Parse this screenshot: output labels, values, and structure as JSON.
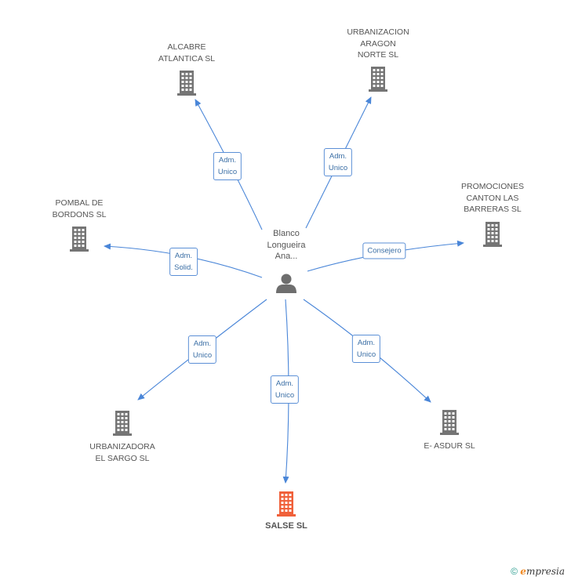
{
  "colors": {
    "edge": "#4a86d8",
    "building": "#757575",
    "focus_building": "#f0603a",
    "person": "#6e6e6e",
    "badge_border": "#5b8fd6",
    "badge_text": "#3a6ea5"
  },
  "center": {
    "name": "Blanco Longueira Ana...",
    "lines": [
      "Blanco",
      "Longueira",
      "Ana..."
    ]
  },
  "companies": [
    {
      "id": "alcabre",
      "lines": [
        "ALCABRE",
        "ATLANTICA SL"
      ],
      "focus": false
    },
    {
      "id": "aragon",
      "lines": [
        "URBANIZACION",
        "ARAGON",
        "NORTE SL"
      ],
      "focus": false
    },
    {
      "id": "pombal",
      "lines": [
        "POMBAL DE",
        "BORDONS SL"
      ],
      "focus": false
    },
    {
      "id": "promociones",
      "lines": [
        "PROMOCIONES",
        "CANTON LAS",
        "BARRERAS SL"
      ],
      "focus": false
    },
    {
      "id": "sargo",
      "lines": [
        "URBANIZADORA",
        "EL SARGO SL"
      ],
      "focus": false
    },
    {
      "id": "asdur",
      "lines": [
        "E- ASDUR SL"
      ],
      "focus": false
    },
    {
      "id": "salse",
      "lines": [
        "SALSE SL"
      ],
      "focus": true
    }
  ],
  "edges": [
    {
      "to": "alcabre",
      "lines": [
        "Adm.",
        "Unico"
      ]
    },
    {
      "to": "aragon",
      "lines": [
        "Adm.",
        "Unico"
      ]
    },
    {
      "to": "pombal",
      "lines": [
        "Adm.",
        "Solid."
      ]
    },
    {
      "to": "promociones",
      "lines": [
        "Consejero"
      ]
    },
    {
      "to": "sargo",
      "lines": [
        "Adm.",
        "Unico"
      ]
    },
    {
      "to": "salse",
      "lines": [
        "Adm.",
        "Unico"
      ]
    },
    {
      "to": "asdur",
      "lines": [
        "Adm.",
        "Unico"
      ]
    }
  ],
  "footer": {
    "symbol": "©",
    "brand_initial": "e",
    "brand_rest": "mpresia"
  }
}
